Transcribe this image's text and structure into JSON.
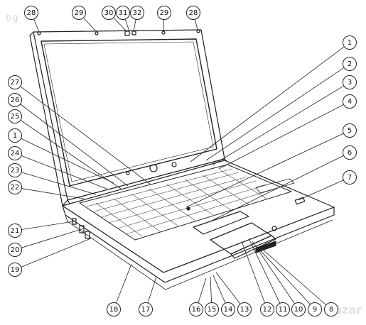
{
  "watermark_top": "bg",
  "watermark_bottom": "bazar",
  "callouts": [
    {
      "label": "1"
    },
    {
      "label": "2"
    },
    {
      "label": "3"
    },
    {
      "label": "4"
    },
    {
      "label": "5"
    },
    {
      "label": "6"
    },
    {
      "label": "7"
    },
    {
      "label": "8"
    },
    {
      "label": "9"
    },
    {
      "label": "10"
    },
    {
      "label": "11"
    },
    {
      "label": "12"
    },
    {
      "label": "13"
    },
    {
      "label": "14"
    },
    {
      "label": "15"
    },
    {
      "label": "16"
    },
    {
      "label": "17"
    },
    {
      "label": "18"
    },
    {
      "label": "19"
    },
    {
      "label": "20"
    },
    {
      "label": "21"
    },
    {
      "label": "22"
    },
    {
      "label": "23"
    },
    {
      "label": "24"
    },
    {
      "label": "1"
    },
    {
      "label": "25"
    },
    {
      "label": "26"
    },
    {
      "label": "27"
    },
    {
      "label": "28"
    },
    {
      "label": "29"
    },
    {
      "label": "30"
    },
    {
      "label": "31"
    },
    {
      "label": "32"
    },
    {
      "label": "29"
    },
    {
      "label": "28"
    }
  ]
}
